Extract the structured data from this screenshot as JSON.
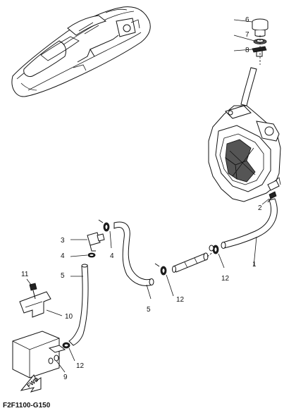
{
  "diagram_code": "F2F1100-G150",
  "fwd_label": "FWD",
  "callouts": {
    "c1": "1",
    "c2": "2",
    "c3": "3",
    "c4a": "4",
    "c4b": "4",
    "c5a": "5",
    "c5b": "5",
    "c6": "6",
    "c7": "7",
    "c8": "8",
    "c9": "9",
    "c10": "10",
    "c11": "11",
    "c12a": "12",
    "c12b": "12",
    "c12c": "12"
  }
}
